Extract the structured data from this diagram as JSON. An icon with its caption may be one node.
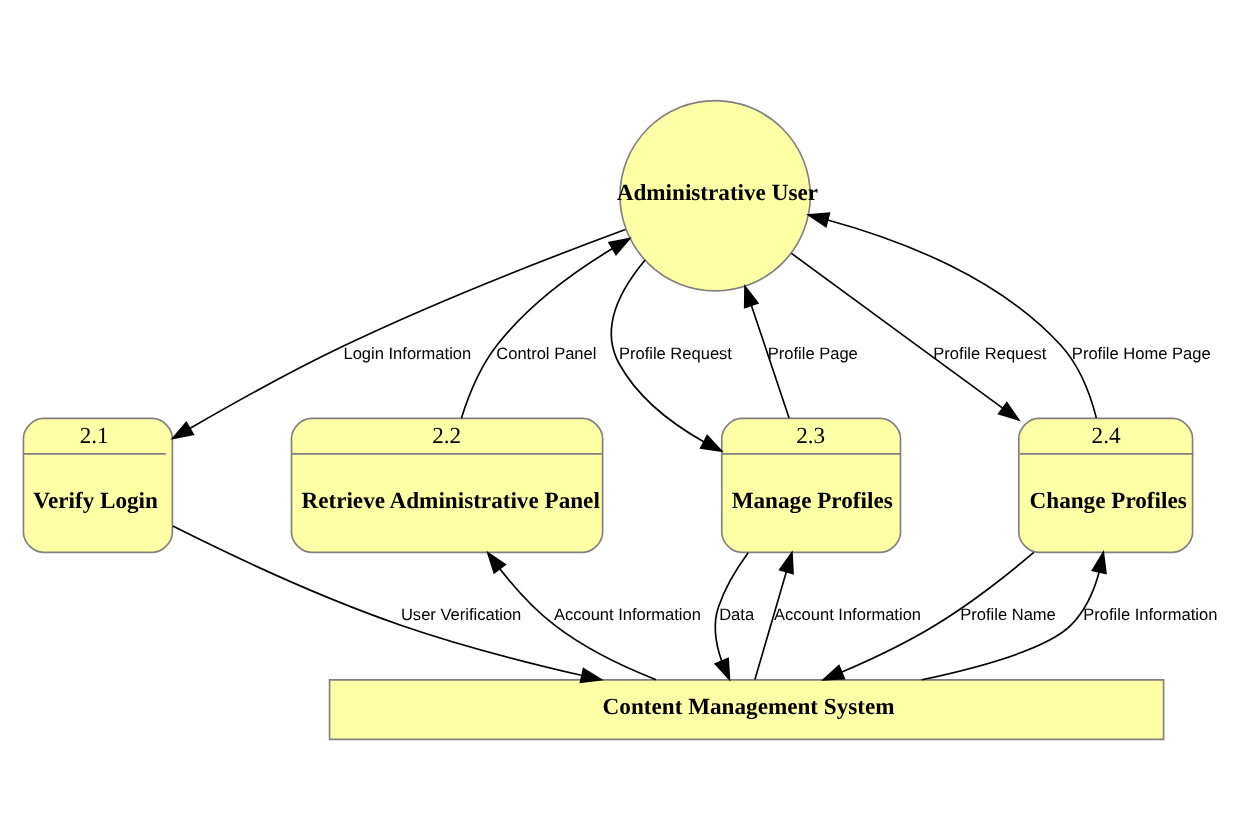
{
  "diagram": {
    "nodes": [
      {
        "text": [
          "Administrative User"
        ]
      },
      {
        "text": [
          "2.1",
          "Verify Login"
        ]
      },
      {
        "text": [
          "2.2",
          "Retrieve Administrative Panel"
        ]
      },
      {
        "text": [
          "2.3",
          "Manage Profiles"
        ]
      },
      {
        "text": [
          "2.4",
          "Change Profiles"
        ]
      },
      {
        "text": [
          "Content Management System"
        ]
      }
    ],
    "edges": [
      {
        "from": 0,
        "to": 1,
        "arrow": "to",
        "label": "Login Information"
      },
      {
        "from": 2,
        "to": 0,
        "arrow": "to",
        "label": "Control Panel"
      },
      {
        "from": 0,
        "to": 3,
        "arrow": "to",
        "label": "Profile Request"
      },
      {
        "from": 3,
        "to": 0,
        "arrow": "to",
        "label": "Profile Page"
      },
      {
        "from": 0,
        "to": 4,
        "arrow": "to",
        "label": "Profile Request"
      },
      {
        "from": 4,
        "to": 0,
        "arrow": "to",
        "label": "Profile Home Page"
      },
      {
        "from": 1,
        "to": 5,
        "arrow": "to",
        "label": "User Verification"
      },
      {
        "from": 5,
        "to": 2,
        "arrow": "to",
        "label": "Account Information"
      },
      {
        "from": 5,
        "to": 3,
        "arrow": "to",
        "label": "Account Information"
      },
      {
        "from": 3,
        "to": 5,
        "arrow": "to",
        "label": "Data"
      },
      {
        "from": 4,
        "to": 5,
        "arrow": "to",
        "label": "Profile Name"
      },
      {
        "from": 5,
        "to": 4,
        "arrow": "to",
        "label": "Profile Information"
      }
    ]
  }
}
